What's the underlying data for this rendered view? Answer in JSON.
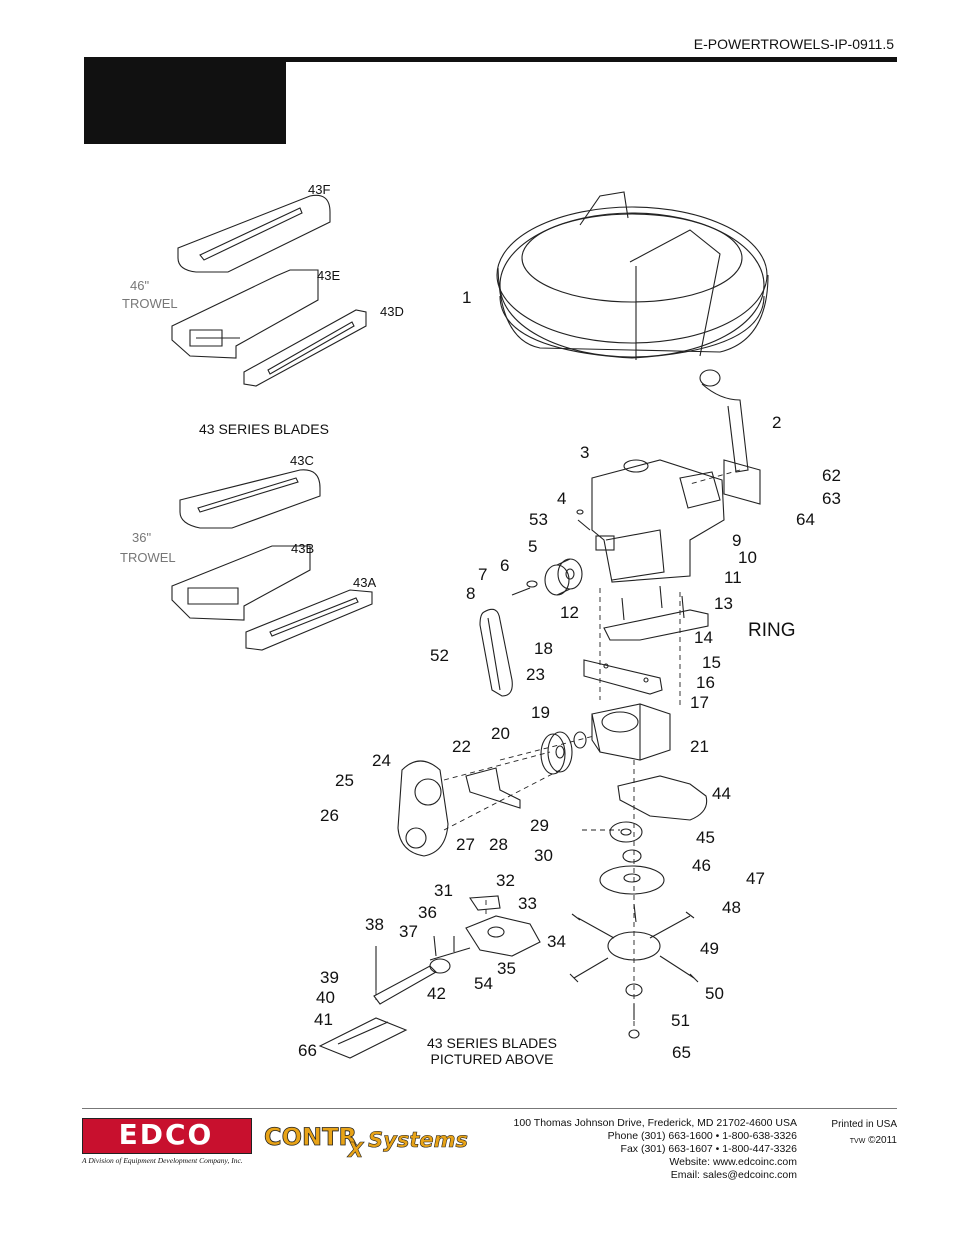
{
  "header": {
    "doc_code": "E-POWERTROWELS-IP-0911.5"
  },
  "blades_section": {
    "labels": {
      "f43": "43F",
      "e43": "43E",
      "d43": "43D",
      "c43": "43C",
      "b43": "43B",
      "a43": "43A"
    },
    "trowel46_size": "46\"",
    "trowel46_word": "TROWEL",
    "trowel36_size": "36\"",
    "trowel36_word": "TROWEL",
    "series_caption": "43 SERIES BLADES"
  },
  "parts": {
    "p1": "1",
    "p2": "2",
    "p3": "3",
    "p4": "4",
    "p5": "5",
    "p6": "6",
    "p7": "7",
    "p8": "8",
    "p9": "9",
    "p10": "10",
    "p11": "11",
    "p12": "12",
    "p13": "13",
    "p14": "14",
    "p15": "15",
    "p16": "16",
    "p17": "17",
    "p18": "18",
    "p19": "19",
    "p20": "20",
    "p21": "21",
    "p22": "22",
    "p23": "23",
    "p24": "24",
    "p25": "25",
    "p26": "26",
    "p27": "27",
    "p28": "28",
    "p29": "29",
    "p30": "30",
    "p31": "31",
    "p32": "32",
    "p33": "33",
    "p34": "34",
    "p35": "35",
    "p36": "36",
    "p37": "37",
    "p38": "38",
    "p39": "39",
    "p40": "40",
    "p41": "41",
    "p42": "42",
    "p44": "44",
    "p45": "45",
    "p46": "46",
    "p47": "47",
    "p48": "48",
    "p49": "49",
    "p50": "50",
    "p51": "51",
    "p52": "52",
    "p53": "53",
    "p54": "54",
    "p62": "62",
    "p63": "63",
    "p64": "64",
    "p65": "65",
    "p66": "66",
    "ring": "RING"
  },
  "bottom_caption": {
    "line1": "43 SERIES BLADES",
    "line2": "PICTURED ABOVE"
  },
  "footer": {
    "edco_logo_text": "EDCO",
    "edco_tagline": "A Division of Equipment Development Company, Inc.",
    "contrx_part1": "CONTR",
    "contrx_part2": "X",
    "contrx_part3": "Systems",
    "address": "100 Thomas Johnson Drive, Frederick, MD 21702-4600 USA",
    "phone": "Phone (301) 663-1600 • 1-800-638-3326",
    "fax": "Fax (301) 663-1607 • 1-800-447-3326",
    "website": "Website: www.edcoinc.com",
    "email": "Email: sales@edcoinc.com",
    "printed": "Printed in USA",
    "tvw": "TVW",
    "copyright": "©2011"
  },
  "colors": {
    "edco_red": "#c8102e",
    "contrx_gold": "#e8a317",
    "title_block": "#111111"
  }
}
